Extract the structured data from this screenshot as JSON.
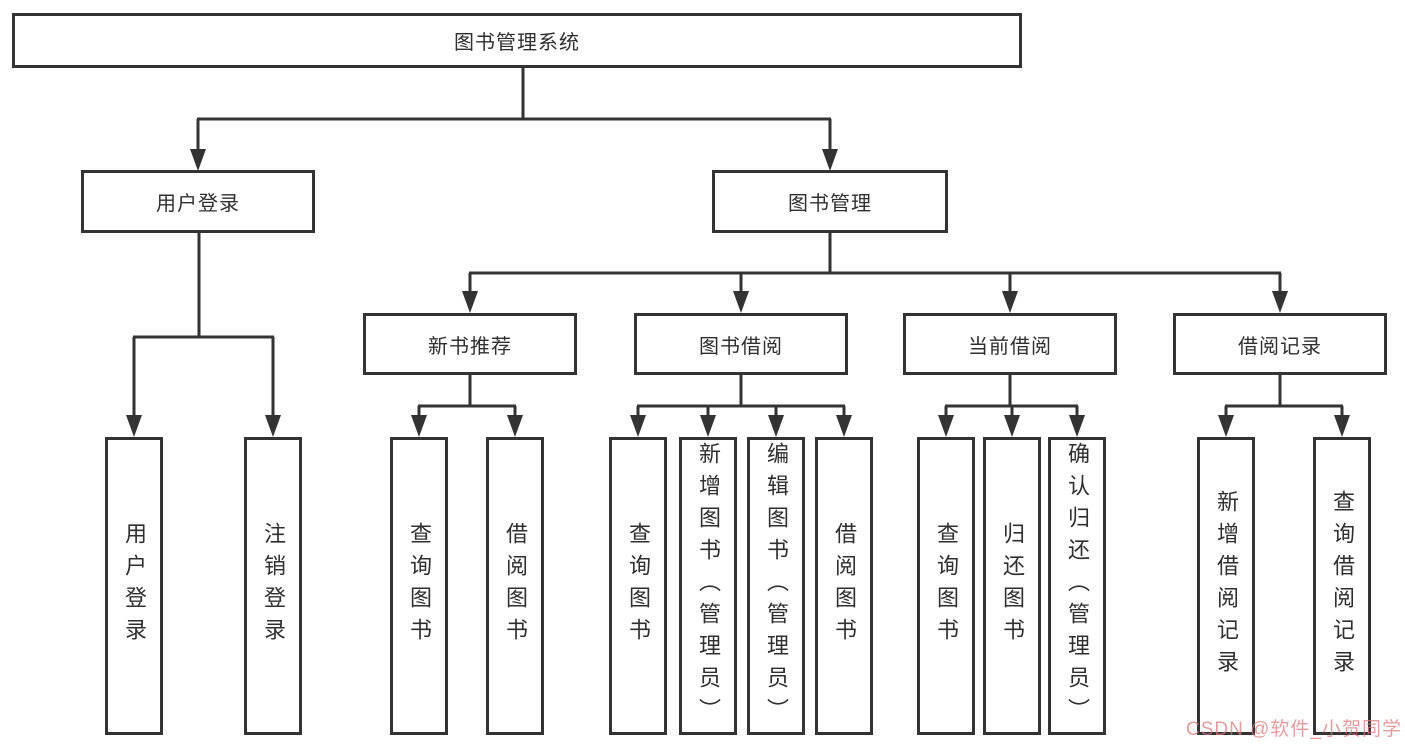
{
  "diagram": {
    "root": {
      "label": "图书管理系统",
      "children": [
        {
          "label": "用户登录",
          "children": [
            {
              "label": "用户登录"
            },
            {
              "label": "注销登录"
            }
          ]
        },
        {
          "label": "图书管理",
          "children": [
            {
              "label": "新书推荐",
              "children": [
                {
                  "label": "查询图书"
                },
                {
                  "label": "借阅图书"
                }
              ]
            },
            {
              "label": "图书借阅",
              "children": [
                {
                  "label": "查询图书"
                },
                {
                  "label": "新增图书（管理员）"
                },
                {
                  "label": "编辑图书（管理员）"
                },
                {
                  "label": "借阅图书"
                }
              ]
            },
            {
              "label": "当前借阅",
              "children": [
                {
                  "label": "查询图书"
                },
                {
                  "label": "归还图书"
                },
                {
                  "label": "确认归还（管理员）"
                }
              ]
            },
            {
              "label": "借阅记录",
              "children": [
                {
                  "label": "新增借阅记录"
                },
                {
                  "label": "查询借阅记录"
                }
              ]
            }
          ]
        }
      ]
    }
  },
  "watermark": {
    "text": "CSDN @软件_小贺同学",
    "color": "#d9767a"
  },
  "colors": {
    "line": "#333333",
    "box_border": "#333333",
    "text": "#2f2f2f",
    "background": "#ffffff"
  }
}
